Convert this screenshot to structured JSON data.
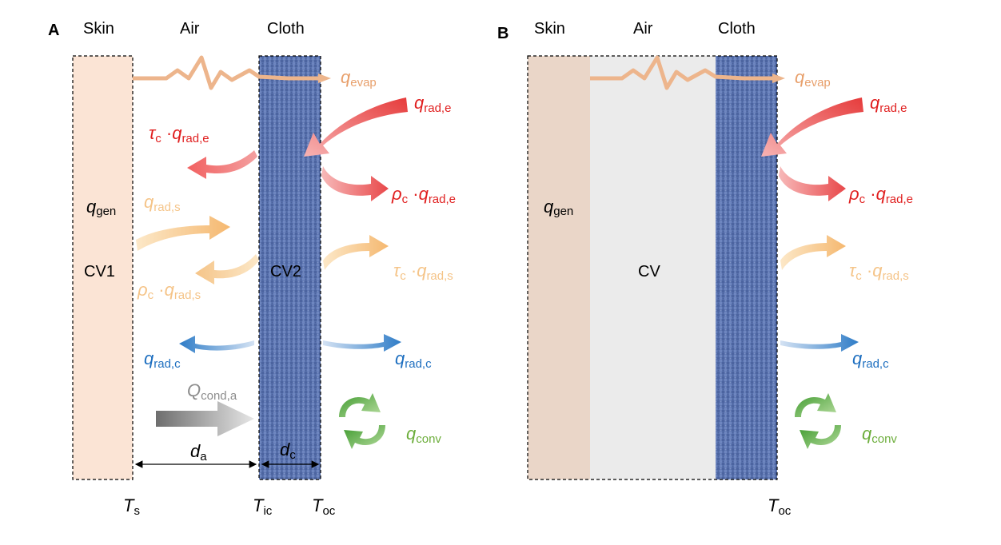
{
  "panelA": {
    "letter": "A",
    "headers": {
      "skin": "Skin",
      "air": "Air",
      "cloth": "Cloth"
    },
    "cv1": "CV1",
    "cv2": "CV2",
    "q_gen": {
      "sym": "q",
      "sub": "gen"
    },
    "q_evap": {
      "sym": "q",
      "sub": "evap"
    },
    "q_rad_e": {
      "sym": "q",
      "sub": "rad,e"
    },
    "tau_rad_e": {
      "coef": "τ",
      "coef_sub": "c",
      "dot": " ·",
      "sym": "q",
      "sub": "rad,e"
    },
    "rho_rad_e": {
      "coef": "ρ",
      "coef_sub": "c",
      "dot": " ·",
      "sym": "q",
      "sub": "rad,e"
    },
    "q_rad_s": {
      "sym": "q",
      "sub": "rad,s"
    },
    "rho_rad_s": {
      "coef": "ρ",
      "coef_sub": "c",
      "dot": " ·",
      "sym": "q",
      "sub": "rad,s"
    },
    "tau_rad_s": {
      "coef": "τ",
      "coef_sub": "c",
      "dot": " ·",
      "sym": "q",
      "sub": "rad,s"
    },
    "q_rad_c_left": {
      "sym": "q",
      "sub": "rad,c"
    },
    "q_rad_c_right": {
      "sym": "q",
      "sub": "rad,c"
    },
    "Q_cond_a": {
      "sym": "Q",
      "sub": "cond,a"
    },
    "q_conv": {
      "sym": "q",
      "sub": "conv"
    },
    "d_a": {
      "sym": "d",
      "sub": "a"
    },
    "d_c": {
      "sym": "d",
      "sub": "c"
    },
    "T_s": {
      "sym": "T",
      "sub": "s"
    },
    "T_ic": {
      "sym": "T",
      "sub": "ic"
    },
    "T_oc": {
      "sym": "T",
      "sub": "oc"
    }
  },
  "panelB": {
    "letter": "B",
    "headers": {
      "skin": "Skin",
      "air": "Air",
      "cloth": "Cloth"
    },
    "cv": "CV",
    "q_gen": {
      "sym": "q",
      "sub": "gen"
    },
    "q_evap": {
      "sym": "q",
      "sub": "evap"
    },
    "q_rad_e": {
      "sym": "q",
      "sub": "rad,e"
    },
    "rho_rad_e": {
      "coef": "ρ",
      "coef_sub": "c",
      "dot": " ·",
      "sym": "q",
      "sub": "rad,e"
    },
    "tau_rad_s": {
      "coef": "τ",
      "coef_sub": "c",
      "dot": " ·",
      "sym": "q",
      "sub": "rad,s"
    },
    "q_rad_c": {
      "sym": "q",
      "sub": "rad,c"
    },
    "q_conv": {
      "sym": "q",
      "sub": "conv"
    },
    "T_oc": {
      "sym": "T",
      "sub": "oc"
    }
  },
  "colors": {
    "skin_fill": "#FBE4D5",
    "skin_fill_b": "#EAD6C8",
    "air_fill_b": "#EBEBEB",
    "cloth_fill": "#5B74B0",
    "evap": "#E8A06C",
    "rad_e": "#E63B3B",
    "rad_s": "#F5C07A",
    "rad_c": "#2E7CC7",
    "conduction": "#7D7D7D",
    "convection": "#6DAE3C",
    "text": "#000000"
  }
}
